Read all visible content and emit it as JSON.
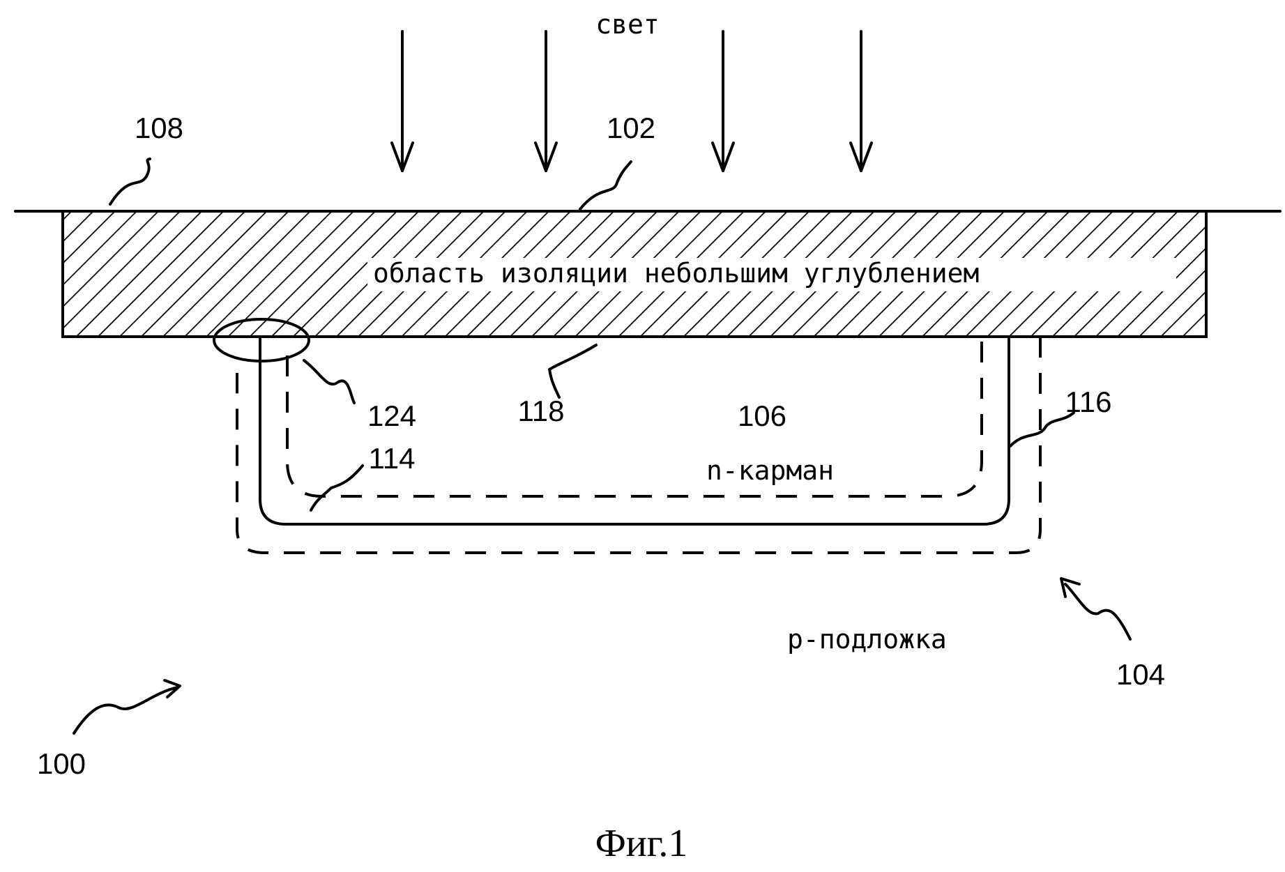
{
  "labels": {
    "light": "свет",
    "isolation": "область изоляции небольшим углублением",
    "well": "n-карман",
    "substrate": "p-подложка",
    "caption": "Фиг.1"
  },
  "refs": {
    "r100": "100",
    "r102": "102",
    "r104": "104",
    "r106": "106",
    "r108": "108",
    "r114": "114",
    "r116": "116",
    "r118": "118",
    "r124": "124"
  },
  "colors": {
    "ink": "#000000",
    "paper": "#ffffff"
  }
}
